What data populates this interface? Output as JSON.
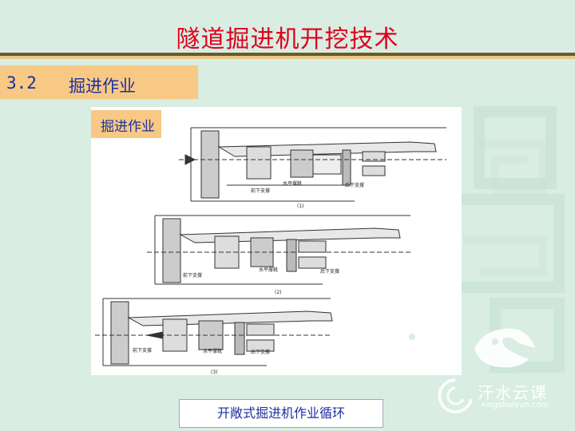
{
  "slide": {
    "title": "隧道掘进机开挖技术",
    "section_number": "3.2",
    "section_title": "掘进作业",
    "subtitle": "掘进作业",
    "caption": "开敞式掘进机作业循环"
  },
  "figure": {
    "labels": {
      "front_support": "前下支撑",
      "horizontal_gripper": "水平撑靴",
      "rear_support": "后下支撑"
    },
    "panel_numbers": [
      "(1)",
      "(2)",
      "(3)"
    ]
  },
  "watermark": {
    "name": "汗水云课",
    "url": "xingshuiyun.com"
  },
  "colors": {
    "title": "#e0001b",
    "accent_text": "#1b2fa0",
    "highlight": "#f7c984",
    "background": "#d9ede3"
  }
}
